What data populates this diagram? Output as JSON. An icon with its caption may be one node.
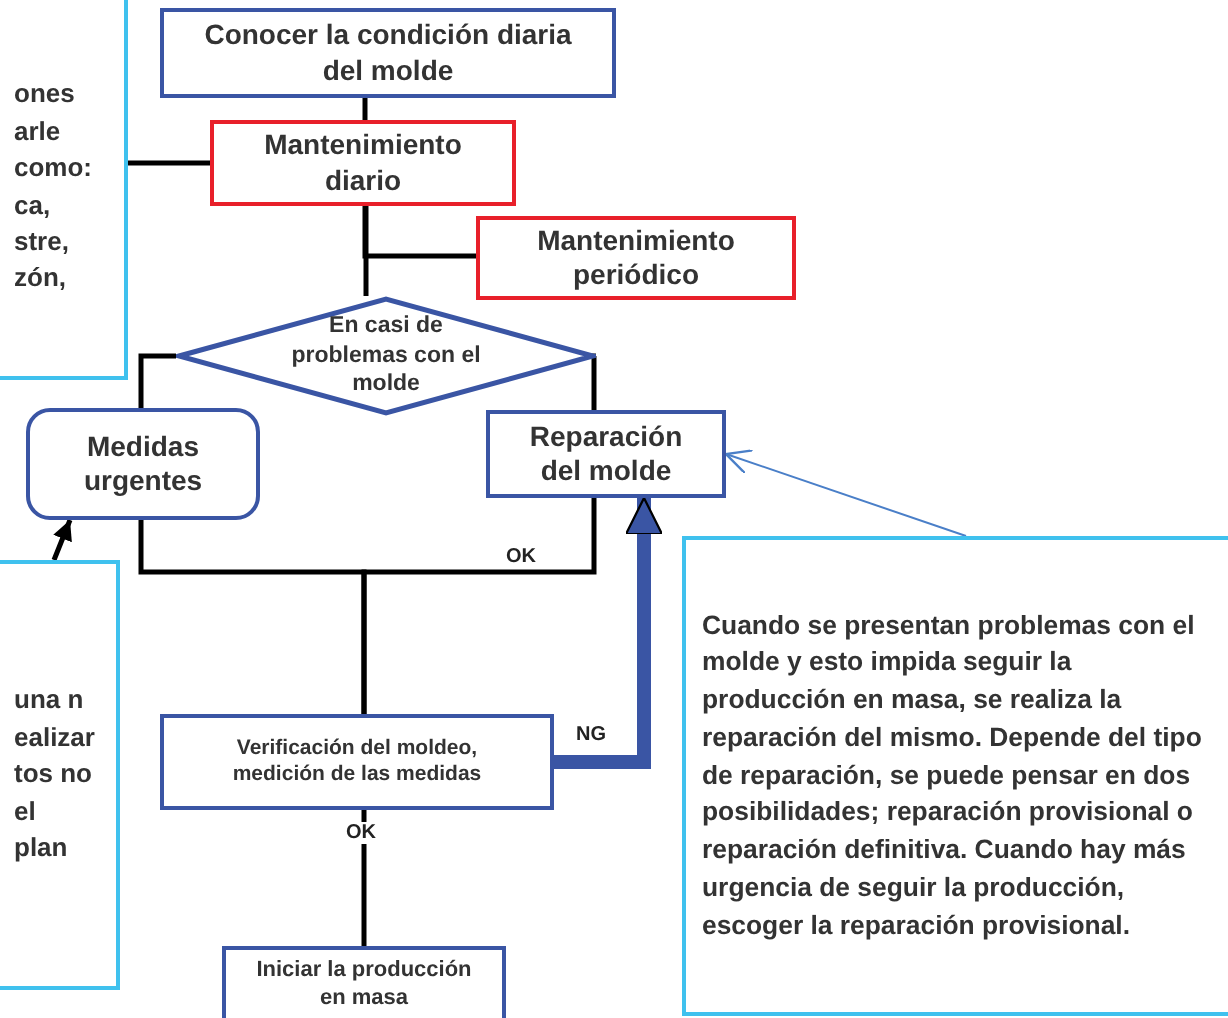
{
  "diagram": {
    "nodes": [
      {
        "text": [
          "ones arle como: ca, stre, zón,"
        ]
      },
      {
        "text": [
          "Conocer la condición diaria del molde"
        ]
      },
      {
        "text": [
          "Mantenimiento diario"
        ]
      },
      {
        "text": [
          "Mantenimiento periódico"
        ]
      },
      {
        "text": [
          "En casi de problemas con el molde"
        ]
      },
      {
        "text": [
          "Medidas urgentes"
        ]
      },
      {
        "text": [
          "Reparación del molde"
        ]
      },
      {
        "text": [
          "una n ealizar tos no el plan"
        ]
      },
      {
        "text": [
          "Verificación del moldeo, medición de las medidas"
        ]
      },
      {
        "text": [
          "Iniciar la producción en masa"
        ]
      },
      {
        "text": [
          "Cuando se presentan  problemas con el molde y esto impida seguir la producción en masa, se realiza la reparación del  mismo. Depende del tipo de reparación, se puede pensar en  dos posibilidades; reparación provisional o reparación definitiva. Cuando hay más urgencia de seguir la producción, escoger la reparación provisional."
        ]
      }
    ],
    "edges": [
      {
        "from": 0,
        "to": 2,
        "arrow": "none"
      },
      {
        "from": 1,
        "to": 2,
        "arrow": "none"
      },
      {
        "from": 2,
        "to": 3,
        "arrow": "none"
      },
      {
        "from": 2,
        "to": 4,
        "arrow": "none"
      },
      {
        "from": 4,
        "to": 5,
        "arrow": "none"
      },
      {
        "from": 4,
        "to": 6,
        "arrow": "none"
      },
      {
        "from": 5,
        "to": 8,
        "arrow": "none"
      },
      {
        "from": 6,
        "to": 8,
        "arrow": "none",
        "label": "OK"
      },
      {
        "from": 8,
        "to": 6,
        "arrow": "to",
        "label": "NG",
        "style": "thick",
        "color": "#3a55a4"
      },
      {
        "from": 8,
        "to": 9,
        "arrow": "none",
        "label": "OK"
      },
      {
        "from": 10,
        "to": 6,
        "arrow": "to",
        "color": "#4a7fc8"
      },
      {
        "from": 7,
        "to": 5,
        "arrow": "to"
      }
    ]
  }
}
